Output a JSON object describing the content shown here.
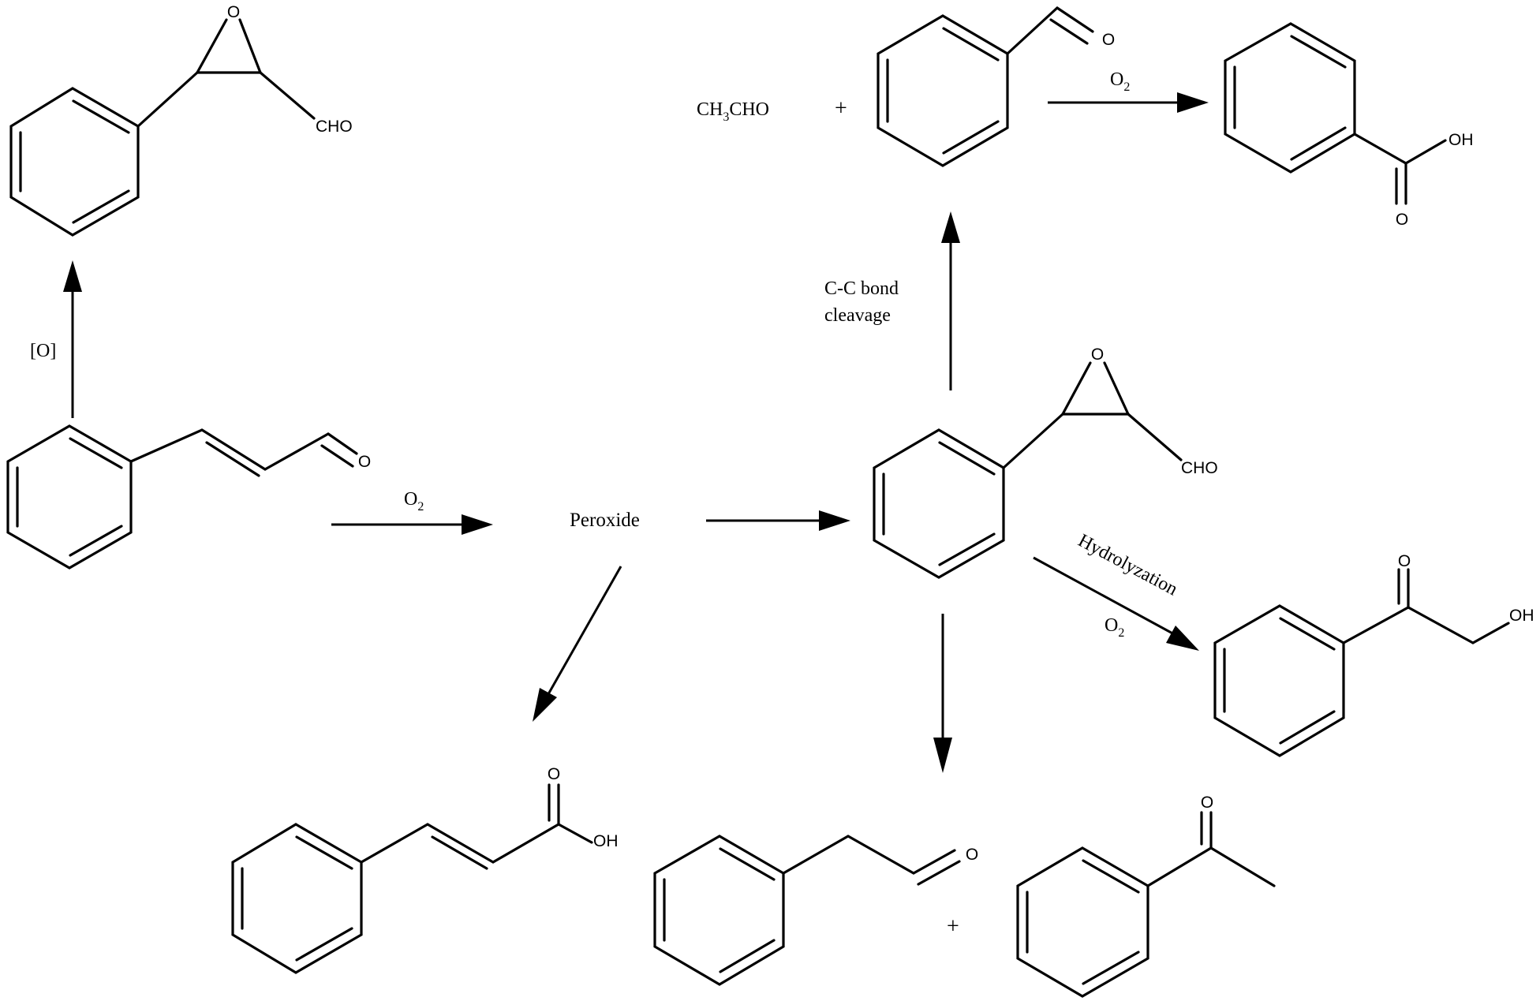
{
  "molecules": {
    "epoxide_top_left": {
      "atom_o": "O",
      "atom_cho": "CHO"
    },
    "cinnamaldehyde": {
      "atom_o": "O"
    },
    "epoxide_center": {
      "atom_o": "O",
      "atom_cho": "CHO"
    },
    "benzaldehyde": {
      "atom_o": "O"
    },
    "benzoic_acid": {
      "atom_o": "O",
      "atom_oh": "OH"
    },
    "hydroxyacetophenone": {
      "atom_o": "O",
      "atom_oh": "OH"
    },
    "cinnamic_acid": {
      "atom_o": "O",
      "atom_oh": "OH"
    },
    "phenylacetaldehyde": {
      "atom_o": "O"
    },
    "acetophenone": {
      "atom_o": "O"
    }
  },
  "text": {
    "acetaldehyde_main": "CH",
    "acetaldehyde_sub": "3",
    "acetaldehyde_tail": "CHO",
    "plus_top": "+",
    "plus_bottom": "+",
    "peroxide": "Peroxide"
  },
  "reagents": {
    "oxidation_label": "[O]",
    "o2_main": "O",
    "o2_sub": "2",
    "cc_line1": "C-C bond",
    "cc_line2": "cleavage",
    "hydrolyzation": "Hydrolyzation"
  }
}
